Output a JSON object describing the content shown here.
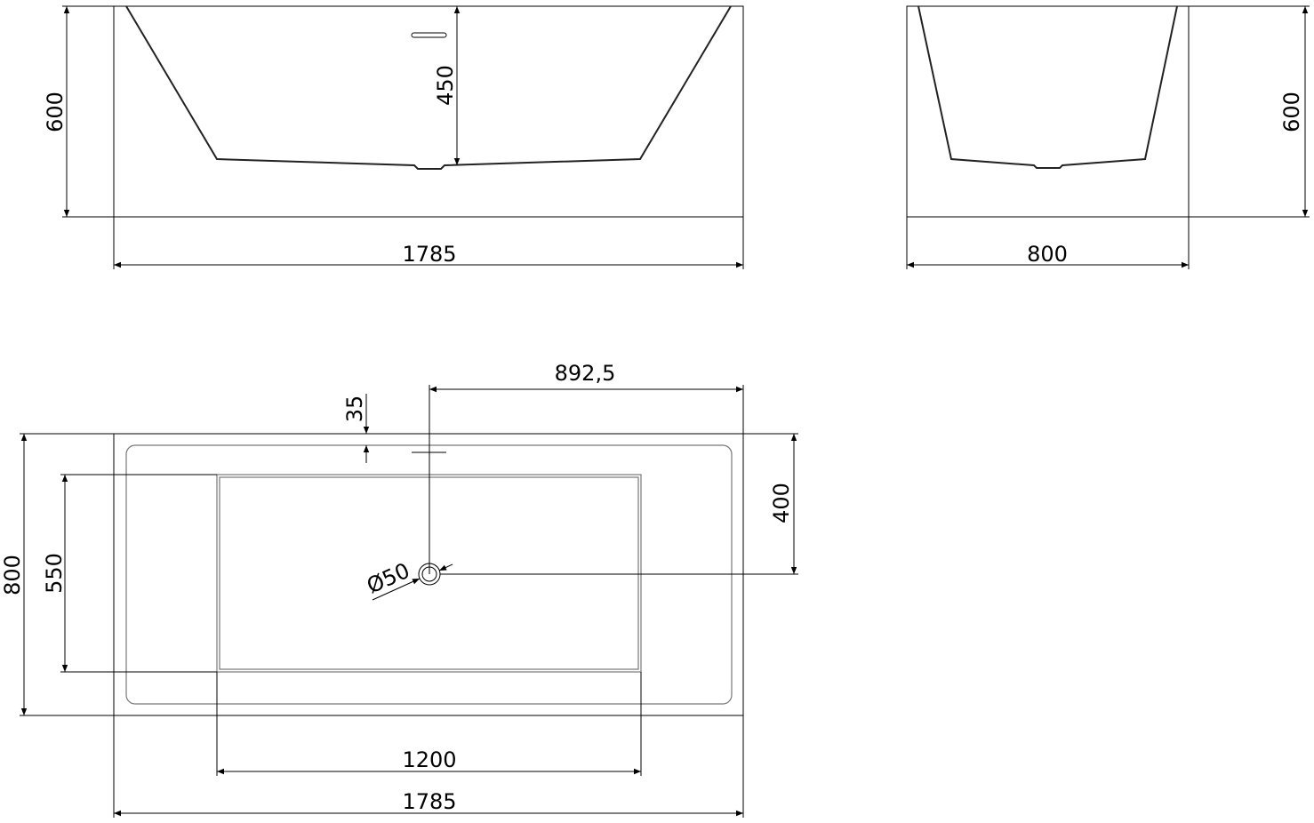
{
  "front_view": {
    "height_label": "600",
    "depth_label": "450",
    "length_label": "1785"
  },
  "side_view": {
    "height_label": "600",
    "width_label": "800"
  },
  "top_view": {
    "overflow_offset_label": "35",
    "drain_position_label": "892,5",
    "drain_y_label": "400",
    "width_label": "800",
    "basin_width_label": "550",
    "basin_length_label": "1200",
    "length_label": "1785",
    "drain_diameter_label": "Ø50"
  },
  "colors": {
    "line": "#000000",
    "background": "#ffffff"
  }
}
